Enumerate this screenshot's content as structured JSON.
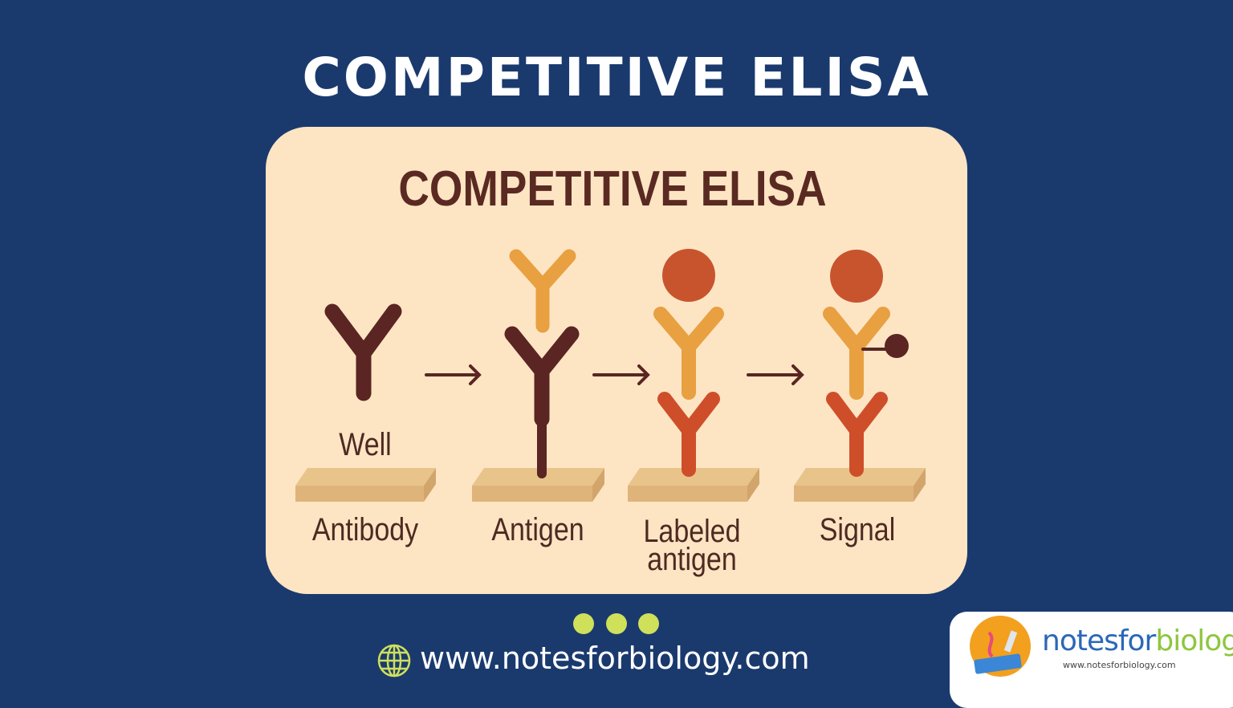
{
  "title": "COMPETITIVE ELISA",
  "card": {
    "title": "COMPETITIVE ELISA",
    "well_label": "Well",
    "steps": [
      {
        "label": "Antibody"
      },
      {
        "label": "Antigen"
      },
      {
        "label_line1": "Labeled",
        "label_line2": "antigen"
      },
      {
        "label": "Signal"
      }
    ]
  },
  "footer": {
    "url": "www.notesforbiology.com",
    "globe_icon": "globe-icon",
    "dots_color": "#cfe05a"
  },
  "logo": {
    "name_part1": "notesfor",
    "name_part2": "biology",
    "url": "www.notesforbiology.com"
  },
  "colors": {
    "background": "#1a3a6e",
    "card": "#fde5c4",
    "primary_antibody": "#5a2522",
    "antigen": "#e8a040",
    "secondary_antibody": "#cf4e2a",
    "label": "#c8542e"
  }
}
